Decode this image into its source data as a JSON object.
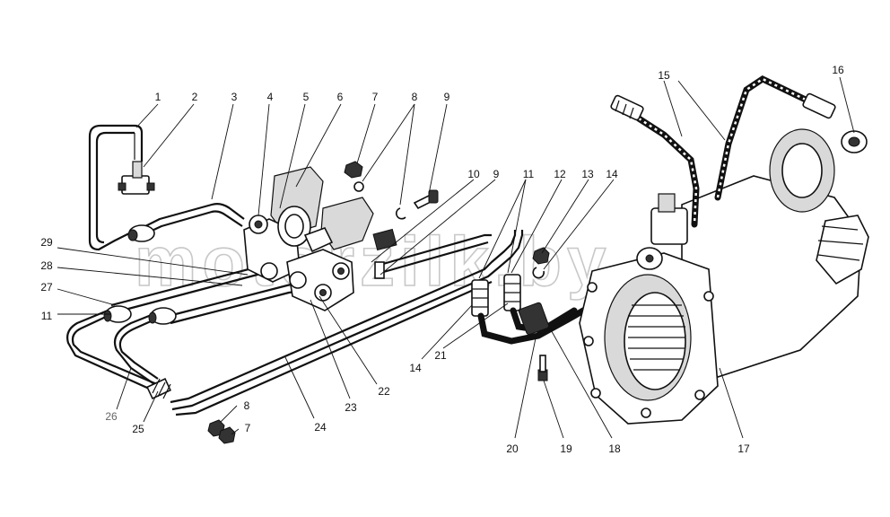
{
  "watermark": "motorzilk.by",
  "callouts": [
    {
      "id": "c1",
      "text": "1"
    },
    {
      "id": "c2",
      "text": "2"
    },
    {
      "id": "c3",
      "text": "3"
    },
    {
      "id": "c4",
      "text": "4"
    },
    {
      "id": "c5",
      "text": "5"
    },
    {
      "id": "c6",
      "text": "6"
    },
    {
      "id": "c7a",
      "text": "7"
    },
    {
      "id": "c8a",
      "text": "8"
    },
    {
      "id": "c9a",
      "text": "9"
    },
    {
      "id": "c10",
      "text": "10"
    },
    {
      "id": "c9b",
      "text": "9"
    },
    {
      "id": "c11a",
      "text": "11"
    },
    {
      "id": "c12",
      "text": "12"
    },
    {
      "id": "c13",
      "text": "13"
    },
    {
      "id": "c14a",
      "text": "14"
    },
    {
      "id": "c15",
      "text": "15"
    },
    {
      "id": "c16",
      "text": "16"
    },
    {
      "id": "c29",
      "text": "29"
    },
    {
      "id": "c28",
      "text": "28"
    },
    {
      "id": "c27",
      "text": "27"
    },
    {
      "id": "c11b",
      "text": "11"
    },
    {
      "id": "c14b",
      "text": "14"
    },
    {
      "id": "c21",
      "text": "21"
    },
    {
      "id": "c22",
      "text": "22"
    },
    {
      "id": "c23",
      "text": "23"
    },
    {
      "id": "c24",
      "text": "24"
    },
    {
      "id": "c26",
      "text": "26"
    },
    {
      "id": "c25",
      "text": "25"
    },
    {
      "id": "c8b",
      "text": "8"
    },
    {
      "id": "c7b",
      "text": "7"
    },
    {
      "id": "c20",
      "text": "20"
    },
    {
      "id": "c19",
      "text": "19"
    },
    {
      "id": "c18",
      "text": "18"
    },
    {
      "id": "c17",
      "text": "17"
    }
  ]
}
